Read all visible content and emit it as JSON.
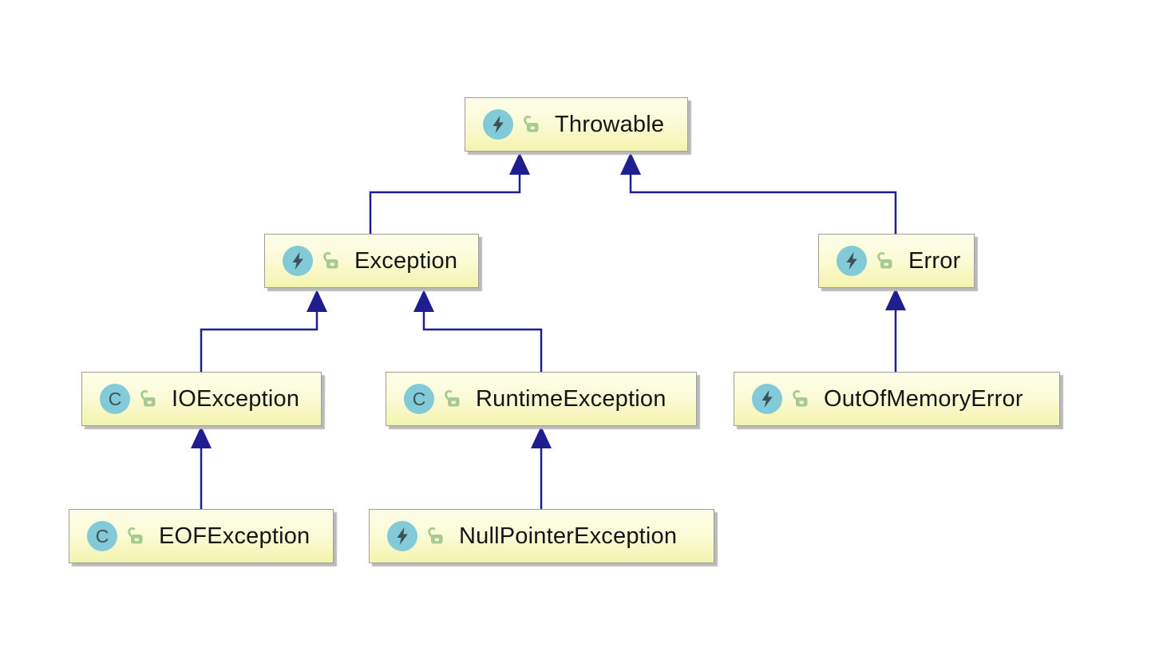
{
  "diagram": {
    "type": "uml-class-inheritance-diagram",
    "background": "#ffffff"
  },
  "colors": {
    "node_fill_top": "#fdfde8",
    "node_fill_bottom": "#f4f4ae",
    "node_border": "#9e9e9e",
    "node_shadow": "#bababa",
    "edge_navy": "#1e1e8f",
    "icon_circle_teal": "#82cad7",
    "icon_glyph_slate": "#3d5159",
    "lock_green": "#a8cb8d",
    "text": "#151515"
  },
  "icons": {
    "class_letter": "C",
    "exception_icon_name": "lightning-bolt-exception-class-icon",
    "class_icon_name": "letter-c-class-icon",
    "visibility_icon_name": "unlocked-padlock-public-icon"
  },
  "nodes": [
    {
      "label": "Throwable",
      "icon": "exception-class-icon",
      "visibility": "public"
    },
    {
      "label": "Exception",
      "icon": "exception-class-icon",
      "visibility": "public"
    },
    {
      "label": "Error",
      "icon": "exception-class-icon",
      "visibility": "public"
    },
    {
      "label": "IOException",
      "icon": "class-icon",
      "visibility": "public"
    },
    {
      "label": "RuntimeException",
      "icon": "class-icon",
      "visibility": "public"
    },
    {
      "label": "OutOfMemoryError",
      "icon": "exception-class-icon",
      "visibility": "public"
    },
    {
      "label": "EOFException",
      "icon": "class-icon",
      "visibility": "public"
    },
    {
      "label": "NullPointerException",
      "icon": "exception-class-icon",
      "visibility": "public"
    }
  ],
  "edges": [
    {
      "from": "Exception",
      "to": "Throwable",
      "type": "inheritance"
    },
    {
      "from": "Error",
      "to": "Throwable",
      "type": "inheritance"
    },
    {
      "from": "IOException",
      "to": "Exception",
      "type": "inheritance"
    },
    {
      "from": "RuntimeException",
      "to": "Exception",
      "type": "inheritance"
    },
    {
      "from": "OutOfMemoryError",
      "to": "Error",
      "type": "inheritance"
    },
    {
      "from": "EOFException",
      "to": "IOException",
      "type": "inheritance"
    },
    {
      "from": "NullPointerException",
      "to": "RuntimeException",
      "type": "inheritance"
    }
  ]
}
